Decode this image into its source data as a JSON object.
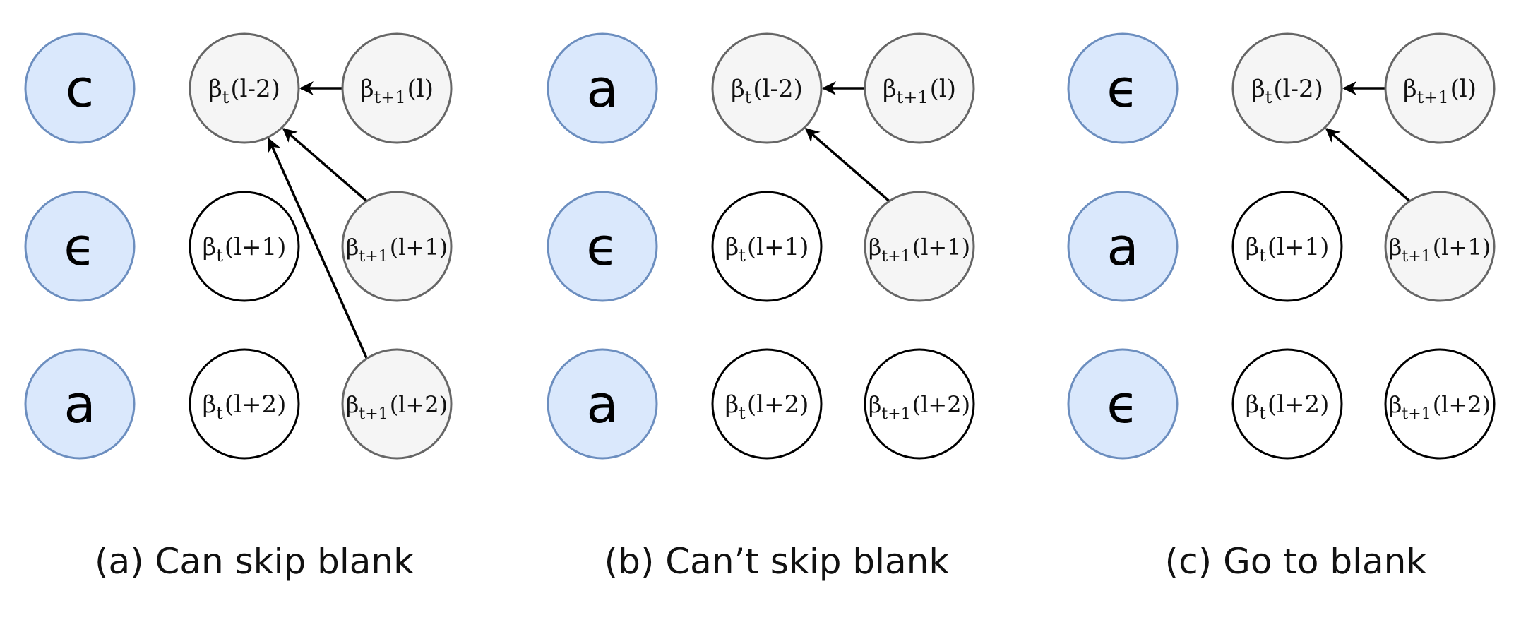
{
  "colors": {
    "symbol_fill": "#dae8fc",
    "symbol_stroke": "#6c8ebf",
    "active_fill": "#f5f5f5",
    "active_stroke": "#666666",
    "idle_fill": "#ffffff",
    "idle_stroke": "#000000",
    "arrow": "#000000"
  },
  "panels": [
    {
      "symbols": [
        "c",
        "ϵ",
        "a"
      ],
      "caption": "(a) Can skip blank",
      "nodes_t": [
        {
          "base": "β",
          "sub": "t",
          "arg": "(l-2)",
          "state": "active"
        },
        {
          "base": "β",
          "sub": "t",
          "arg": "(l+1)",
          "state": "idle"
        },
        {
          "base": "β",
          "sub": "t",
          "arg": "(l+2)",
          "state": "idle"
        }
      ],
      "nodes_t1": [
        {
          "base": "β",
          "sub": "t+1",
          "arg": "(l)",
          "state": "active"
        },
        {
          "base": "β",
          "sub": "t+1",
          "arg": "(l+1)",
          "state": "active"
        },
        {
          "base": "β",
          "sub": "t+1",
          "arg": "(l+2)",
          "state": "active"
        }
      ],
      "arrows_from_rows": [
        0,
        1,
        2
      ]
    },
    {
      "symbols": [
        "a",
        "ϵ",
        "a"
      ],
      "caption": "(b) Can’t skip blank",
      "nodes_t": [
        {
          "base": "β",
          "sub": "t",
          "arg": "(l-2)",
          "state": "active"
        },
        {
          "base": "β",
          "sub": "t",
          "arg": "(l+1)",
          "state": "idle"
        },
        {
          "base": "β",
          "sub": "t",
          "arg": "(l+2)",
          "state": "idle"
        }
      ],
      "nodes_t1": [
        {
          "base": "β",
          "sub": "t+1",
          "arg": "(l)",
          "state": "active"
        },
        {
          "base": "β",
          "sub": "t+1",
          "arg": "(l+1)",
          "state": "active"
        },
        {
          "base": "β",
          "sub": "t+1",
          "arg": "(l+2)",
          "state": "idle"
        }
      ],
      "arrows_from_rows": [
        0,
        1
      ]
    },
    {
      "symbols": [
        "ϵ",
        "a",
        "ϵ"
      ],
      "caption": "(c) Go to blank",
      "nodes_t": [
        {
          "base": "β",
          "sub": "t",
          "arg": "(l-2)",
          "state": "active"
        },
        {
          "base": "β",
          "sub": "t",
          "arg": "(l+1)",
          "state": "idle"
        },
        {
          "base": "β",
          "sub": "t",
          "arg": "(l+2)",
          "state": "idle"
        }
      ],
      "nodes_t1": [
        {
          "base": "β",
          "sub": "t+1",
          "arg": "(l)",
          "state": "active"
        },
        {
          "base": "β",
          "sub": "t+1",
          "arg": "(l+1)",
          "state": "active"
        },
        {
          "base": "β",
          "sub": "t+1",
          "arg": "(l+2)",
          "state": "idle"
        }
      ],
      "arrows_from_rows": [
        0,
        1
      ]
    }
  ]
}
